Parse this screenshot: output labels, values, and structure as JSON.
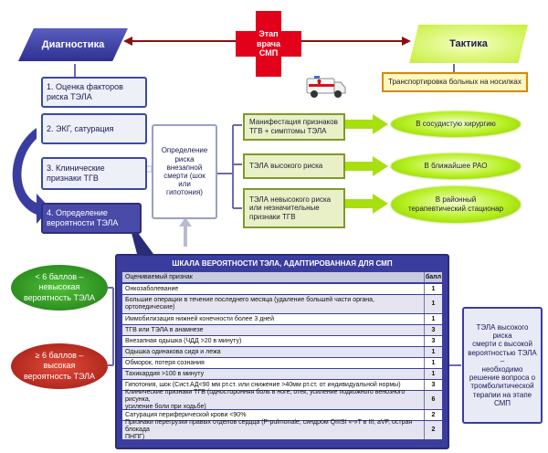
{
  "header": {
    "diagnostics": "Диагностика",
    "tactics": "Тактика",
    "center": "Этап\nврача\nСМП"
  },
  "transport": "Транспортировка больных на носилках",
  "steps": [
    "1. Оценка факторов\nриска ТЭЛА",
    "2. ЭКГ, сатурация",
    "3. Клинические\nпризнаки ТГВ",
    "4. Определение\nвероятности ТЭЛА"
  ],
  "risk_box": "Определение\nриска\nвнезапной\nсмерти (шок\nили\nгипотония)",
  "manifest": [
    "Манифестация признаков\nТГВ + симптомы ТЭЛА",
    "ТЭЛА высокого риска",
    "ТЭЛА невысокого риска\nили незначительные\nпризнаки ТГВ"
  ],
  "destinations": [
    "В сосудистую хирургию",
    "В ближайшее РАО",
    "В районный\nтерапевтический стационар"
  ],
  "scores": {
    "low": "< 6 баллов –\nневысокая\nвероятность ТЭЛА",
    "high": "≥ 6 баллов –\nвысокая\nвероятность ТЭЛА"
  },
  "scale": {
    "title": "ШКАЛА ВЕРОЯТНОСТИ ТЭЛА, АДАПТИРОВАННАЯ ДЛЯ СМП",
    "col_sign": "Оцениваемый признак",
    "col_score": "балл",
    "rows": [
      {
        "sign": "Онкозаболевание",
        "score": "1"
      },
      {
        "sign": "Большие операции в течение последнего месяца (удаление большей части органа, ортопедические)",
        "score": "1"
      },
      {
        "sign": "Иммобилизация нижней конечности более 3 дней",
        "score": "1"
      },
      {
        "sign": "ТГВ или ТЭЛА в анамнезе",
        "score": "3"
      },
      {
        "sign": "Внезапная одышка (ЧДД >20 в минуту)",
        "score": "3"
      },
      {
        "sign": "Одышка одинакова сидя и лежа",
        "score": "1"
      },
      {
        "sign": "Обморок, потеря сознания",
        "score": "1"
      },
      {
        "sign": "Тахикардия >100 в минуту",
        "score": "1"
      },
      {
        "sign": "Гипотония, шок (Сист.АД<90 мм рт.ст. или снижение >40мм рт.ст. от индивидуальной нормы)",
        "score": "3"
      },
      {
        "sign": "Клинические признаки ТГВ (односторонняя боль в ноге, отек, усиление подкожного венозного рисунка,\nусиление боли при ходьбе)",
        "score": "6"
      },
      {
        "sign": "Сатурация периферической крови <90%",
        "score": "2"
      },
      {
        "sign": "Признаки перегрузки правых отделов сердца (P-pulmonale, синдром QIIISI «-»T в III, aVF, острая блокада\nПНПГ)",
        "score": "2"
      }
    ]
  },
  "note": "ТЭЛА высокого риска\nсмерти с высокой\nвероятностью ТЭЛА –\nнеобходимо\nрешение вопроса о\nтромболитической\nтерапии на этапе\nСМП",
  "colors": {
    "accent_blue": "#3a3da0",
    "cross_red": "#e3001b",
    "green": "#9cd70a",
    "low_green": "#2e9f22",
    "high_red": "#c0261c"
  }
}
